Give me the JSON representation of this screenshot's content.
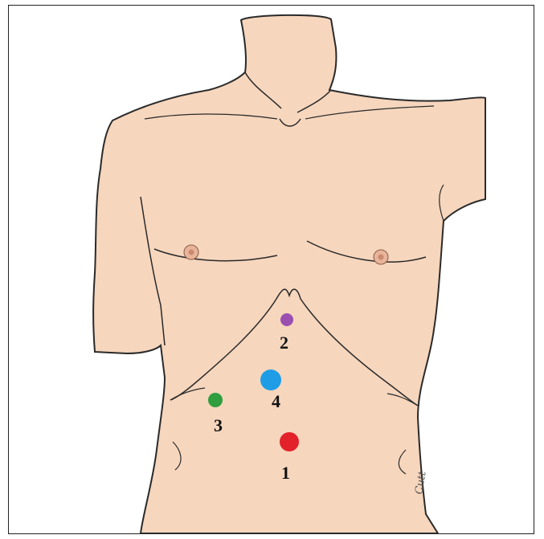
{
  "figure": {
    "skin_color": "#f6d6bd",
    "outline_color": "#2a2a2a",
    "signature": "Cutt"
  },
  "markers": [
    {
      "label": "1",
      "color": "#e3212a"
    },
    {
      "label": "2",
      "color": "#9b4fb0"
    },
    {
      "label": "3",
      "color": "#2e9e3f"
    },
    {
      "label": "4",
      "color": "#1e9de6"
    }
  ]
}
